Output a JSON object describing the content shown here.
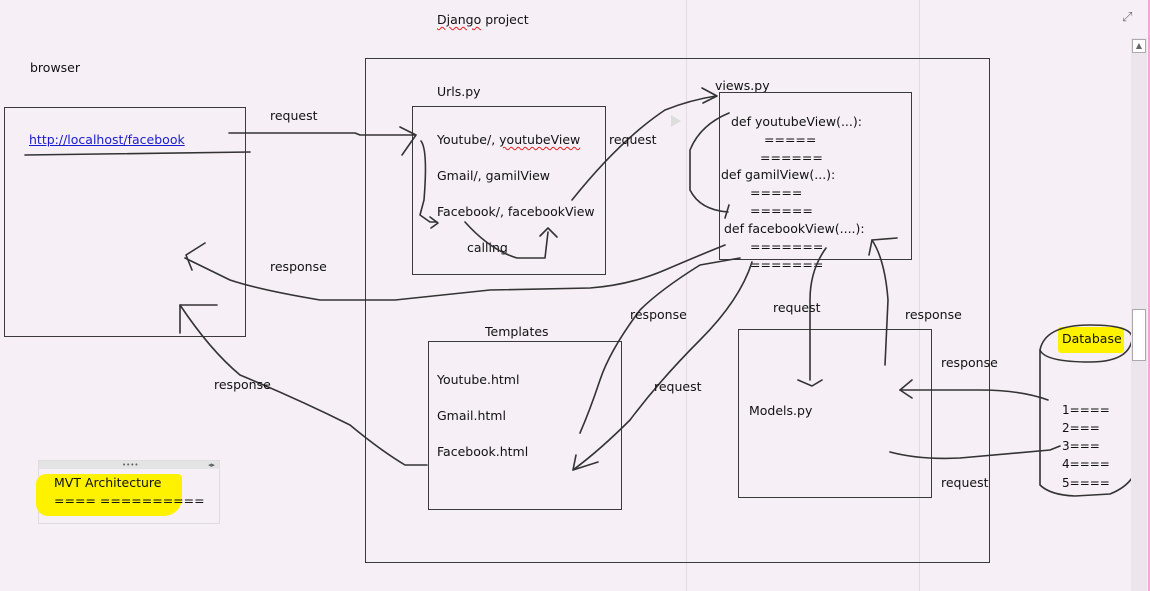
{
  "title": "Django project",
  "browser": {
    "label": "browser",
    "url": "http://localhost/facebook"
  },
  "urls": {
    "title": "Urls.py",
    "entries": [
      "Youtube/, ",
      "Gmail/,  gamilView",
      "Facebook/,  facebookView"
    ],
    "youtube_view": "youtubeView",
    "calling_label": "calling"
  },
  "views": {
    "title": "views.py",
    "lines": [
      "def  youtubeView(...):",
      "=====",
      "======",
      "def  gamilView(...):",
      "=====",
      "======",
      "def  facebookView(....):",
      "=======",
      "======="
    ]
  },
  "templates": {
    "title": "Templates",
    "files": [
      "Youtube.html",
      "Gmail.html",
      "Facebook.html"
    ]
  },
  "models": {
    "title": "Models.py"
  },
  "database": {
    "title": "Database",
    "rows": [
      "1====",
      "2===",
      "3===",
      "4====",
      "5===="
    ]
  },
  "arrow_labels": {
    "browser_to_urls": "request",
    "urls_to_views": "request",
    "views_to_browser": "response",
    "templates_to_browser": "response",
    "views_templates_response": "response",
    "views_templates_request": "request",
    "views_models_request": "request",
    "models_views_response": "response",
    "db_to_models_response": "response",
    "models_to_db_request": "request"
  },
  "note": {
    "title": "MVT  Architecture",
    "underline": "==== =========="
  },
  "highlight_color": "#fff200"
}
